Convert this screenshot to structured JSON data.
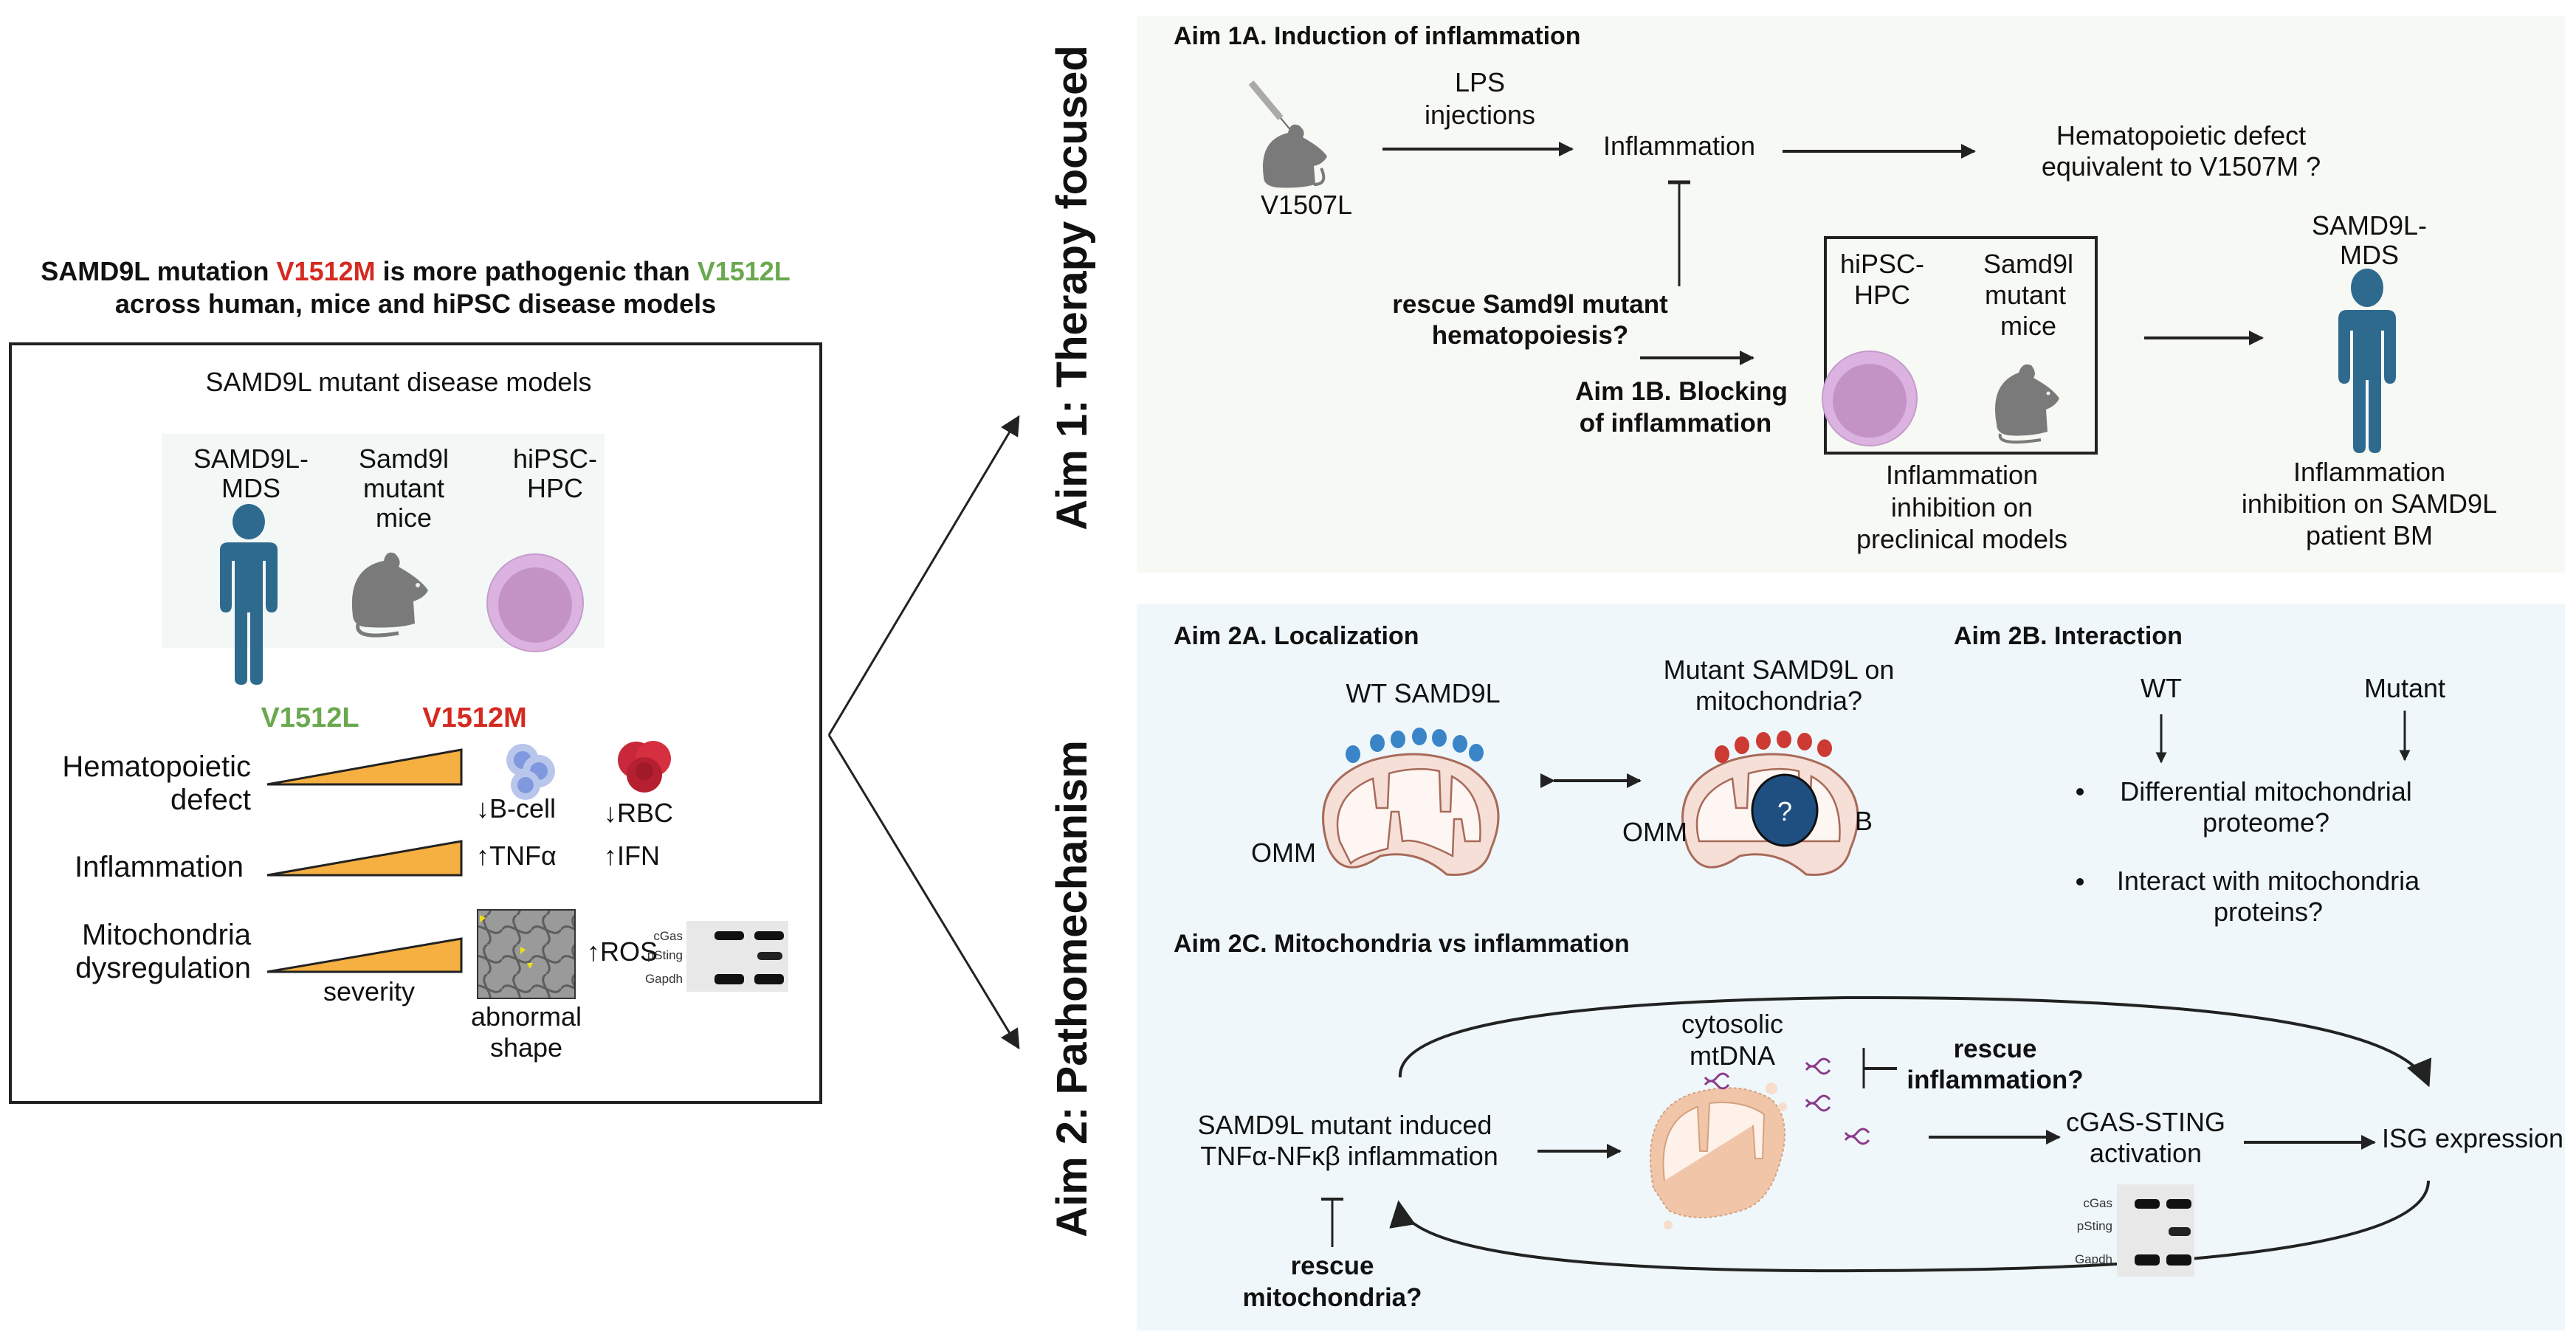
{
  "title": {
    "line1_prefix": "SAMD9L mutation ",
    "line1_m": "V1512M",
    "line1_mid": " is more pathogenic than ",
    "line1_l": "V1512L",
    "line2": "across human, mice and hiPSC disease models"
  },
  "colors": {
    "mutant_red": "#d42a20",
    "mild_green": "#6aa84f",
    "human_blue": "#2e6a8e",
    "mouse_gray": "#7a7a7a",
    "cell_outer": "#dcb3e0",
    "cell_inner": "#c393c6",
    "wedge_orange": "#f5b041",
    "panel1_bg": "#f7f9f5",
    "panel2_bg": "#eff7fa",
    "models_bg": "#f3f8f7",
    "wt_dot": "#3a84c8",
    "mut_dot": "#cc3a33",
    "question_blue": "#1f4f80"
  },
  "left_box": {
    "heading": "SAMD9L mutant disease models",
    "models": [
      {
        "line1": "SAMD9L-",
        "line2": "MDS",
        "line3": "",
        "icon": "human-icon"
      },
      {
        "line1": "Samd9l",
        "line2": "mutant",
        "line3": "mice",
        "icon": "mouse-icon"
      },
      {
        "line1": "hiPSC-",
        "line2": "HPC",
        "line3": "",
        "icon": "cell-icon"
      }
    ],
    "variant_mild": "V1512L",
    "variant_severe": "V1512M",
    "rows": [
      {
        "label1": "Hematopoietic",
        "label2": "defect",
        "marker1": "↓B-cell",
        "marker2": "↓RBC"
      },
      {
        "label1": "Inflammation",
        "label2": "",
        "marker1": "↑TNFα",
        "marker2": "↑IFN"
      },
      {
        "label1": "Mitochondria",
        "label2": "dysregulation",
        "marker1": "↑ROS",
        "marker2": ""
      }
    ],
    "severity_label": "severity",
    "em_caption1": "abnormal",
    "em_caption2": "shape",
    "blot_labels": [
      "cGas",
      "pSting",
      "Gapdh"
    ]
  },
  "aim1": {
    "vertical_title": "Aim 1: Therapy focused",
    "a_heading": "Aim 1A. Induction of inflammation",
    "mouse_label": "V1507L",
    "lps_line1": "LPS",
    "lps_line2": "injections",
    "inflammation": "Inflammation",
    "outcome_line1": "Hematopoietic defect",
    "outcome_line2": "equivalent to V1507M ?",
    "rescue_line1": "rescue Samd9l mutant",
    "rescue_line2": "hematopoiesis?",
    "b_heading_line1": "Aim 1B. Blocking",
    "b_heading_line2": "of inflammation",
    "box_model1_line1": "hiPSC-",
    "box_model1_line2": "HPC",
    "box_model2_line1": "Samd9l",
    "box_model2_line2": "mutant",
    "box_model2_line3": "mice",
    "preclin_line1": "Inflammation",
    "preclin_line2": "inhibition on",
    "preclin_line3": "preclinical models",
    "patient_top1": "SAMD9L-",
    "patient_top2": "MDS",
    "patient_line1": "Inflammation",
    "patient_line2": "inhibition on SAMD9L",
    "patient_line3": "patient BM"
  },
  "aim2": {
    "vertical_title": "Aim 2: Pathomechanism",
    "a_heading": "Aim 2A. Localization",
    "wt_label": "WT SAMD9L",
    "mut_line1": "Mutant SAMD9L on",
    "mut_line2": "mitochondria?",
    "omm": "OMM",
    "question": "?",
    "b_letter": "B",
    "b_heading": "Aim 2B. Interaction",
    "b_wt": "WT",
    "b_mutant": "Mutant",
    "b_bullets": [
      {
        "line1": "Differential mitochondrial",
        "line2": "proteome?"
      },
      {
        "line1": "Interact with mitochondria",
        "line2": "proteins?"
      }
    ],
    "c_heading": "Aim 2C. Mitochondria vs inflammation",
    "c_start_line1": "SAMD9L mutant induced",
    "c_start_line2": "TNFα-NFκβ  inflammation",
    "c_mtdna_line1": "cytosolic",
    "c_mtdna_line2": "mtDNA",
    "c_rescue_infl_line1": "rescue",
    "c_rescue_infl_line2": "inflammation?",
    "c_cgas_line1": "cGAS-STING",
    "c_cgas_line2": "activation",
    "c_isg": "ISG expression",
    "c_rescue_mito_line1": "rescue",
    "c_rescue_mito_line2": "mitochondria?",
    "blot_labels": [
      "cGas",
      "pSting",
      "Gapdh"
    ]
  }
}
